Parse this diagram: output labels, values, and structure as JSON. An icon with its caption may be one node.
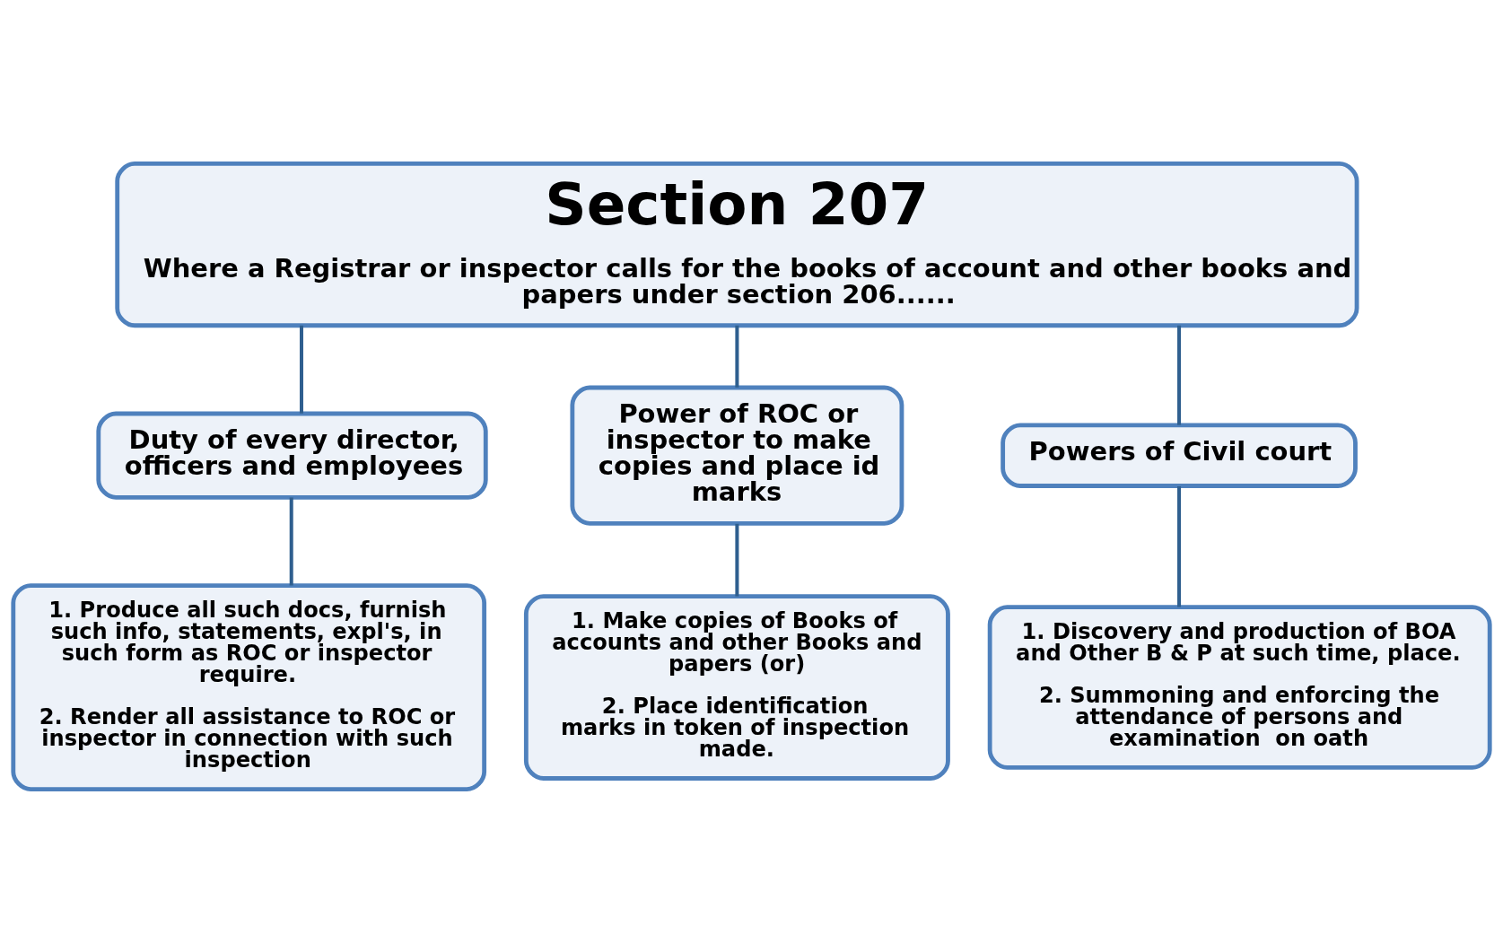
{
  "diagram": {
    "nodes": [
      {
        "text": [
          "Section 207",
          "Where a Registrar or inspector calls for the books of account and other books and papers under section 206......"
        ]
      },
      {
        "text": [
          "Duty of every director, officers and employees"
        ]
      },
      {
        "text": [
          "Power of ROC or inspector to make copies and place id marks"
        ]
      },
      {
        "text": [
          "Powers of Civil court"
        ]
      },
      {
        "text": [
          "1. Produce all such docs, furnish such info, statements, expl's, in such form as ROC or inspector require.",
          "2. Render all assistance to ROC or inspector in connection with such inspection"
        ]
      },
      {
        "text": [
          "1. Make copies of Books of accounts and other Books and papers (or)",
          "2. Place identification marks in token of inspection made."
        ]
      },
      {
        "text": [
          "1. Discovery and production of BOA and Other B & P at such time, place.",
          "2. Summoning and enforcing the attendance of persons and examination  on oath"
        ]
      }
    ],
    "edges": [
      {
        "from": 0,
        "to": 1,
        "arrow": "none"
      },
      {
        "from": 0,
        "to": 2,
        "arrow": "none"
      },
      {
        "from": 0,
        "to": 3,
        "arrow": "none"
      },
      {
        "from": 1,
        "to": 4,
        "arrow": "none"
      },
      {
        "from": 2,
        "to": 5,
        "arrow": "none"
      },
      {
        "from": 3,
        "to": 6,
        "arrow": "none"
      }
    ]
  }
}
